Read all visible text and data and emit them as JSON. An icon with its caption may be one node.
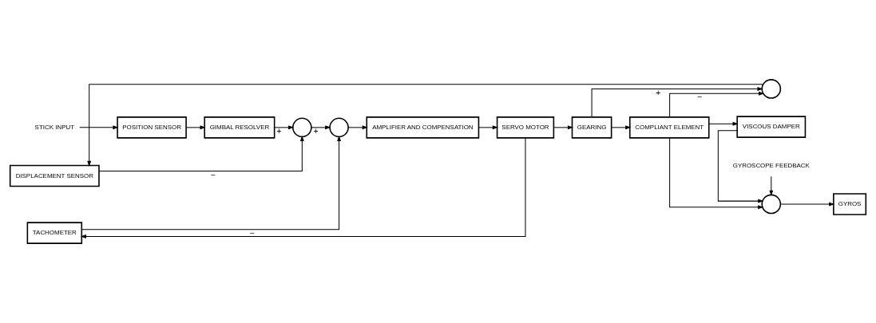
{
  "diagram": {
    "nodes": [
      {
        "text": [
          "STICK INPUT"
        ]
      },
      {
        "text": [
          "POSITION SENSOR"
        ]
      },
      {
        "text": [
          "GIMBAL RESOLVER"
        ]
      },
      {
        "text": [],
        "shape": "circle"
      },
      {
        "text": [],
        "shape": "circle"
      },
      {
        "text": [
          "AMPLIFIER AND COMPENSATION"
        ]
      },
      {
        "text": [
          "SERVO MOTOR"
        ]
      },
      {
        "text": [
          "GEARING"
        ]
      },
      {
        "text": [
          "COMPLIANT ELEMENT"
        ]
      },
      {
        "text": [
          "GYROSCOPE FEEDBACK"
        ]
      },
      {
        "text": [],
        "shape": "circle"
      },
      {
        "text": [
          "GYROS"
        ]
      },
      {
        "text": [],
        "shape": "circle"
      },
      {
        "text": [
          "TACHOMETER"
        ]
      },
      {
        "text": [
          "VISCOUS DAMPER"
        ]
      },
      {
        "text": [
          "DISPLACEMENT SENSOR"
        ]
      }
    ],
    "edges": [
      {
        "from": 0,
        "to": 1,
        "arrow": "to"
      },
      {
        "from": 1,
        "to": 2,
        "arrow": "to"
      },
      {
        "from": 2,
        "to": 3,
        "arrow": "to",
        "label": "+"
      },
      {
        "from": 3,
        "to": 4,
        "arrow": "to",
        "label": "+"
      },
      {
        "from": 4,
        "to": 5,
        "arrow": "to"
      },
      {
        "from": 5,
        "to": 6,
        "arrow": "to"
      },
      {
        "from": 6,
        "to": 7,
        "arrow": "to"
      },
      {
        "from": 6,
        "to": 13,
        "arrow": "to"
      },
      {
        "from": 13,
        "to": 4,
        "arrow": "to",
        "label": "−"
      },
      {
        "from": 7,
        "to": 8,
        "arrow": "to"
      },
      {
        "from": 7,
        "to": 12,
        "arrow": "to",
        "label": "+"
      },
      {
        "from": 8,
        "to": 10,
        "arrow": "to"
      },
      {
        "from": 8,
        "to": 12,
        "arrow": "to",
        "label": "−"
      },
      {
        "from": 8,
        "to": 14,
        "arrow": "to"
      },
      {
        "from": 14,
        "to": 10,
        "arrow": "to"
      },
      {
        "from": 9,
        "to": 10,
        "arrow": "to"
      },
      {
        "from": 10,
        "to": 11,
        "arrow": "to"
      },
      {
        "from": 12,
        "to": 15,
        "arrow": "to"
      },
      {
        "from": 15,
        "to": 3,
        "arrow": "to",
        "label": "−"
      }
    ]
  }
}
